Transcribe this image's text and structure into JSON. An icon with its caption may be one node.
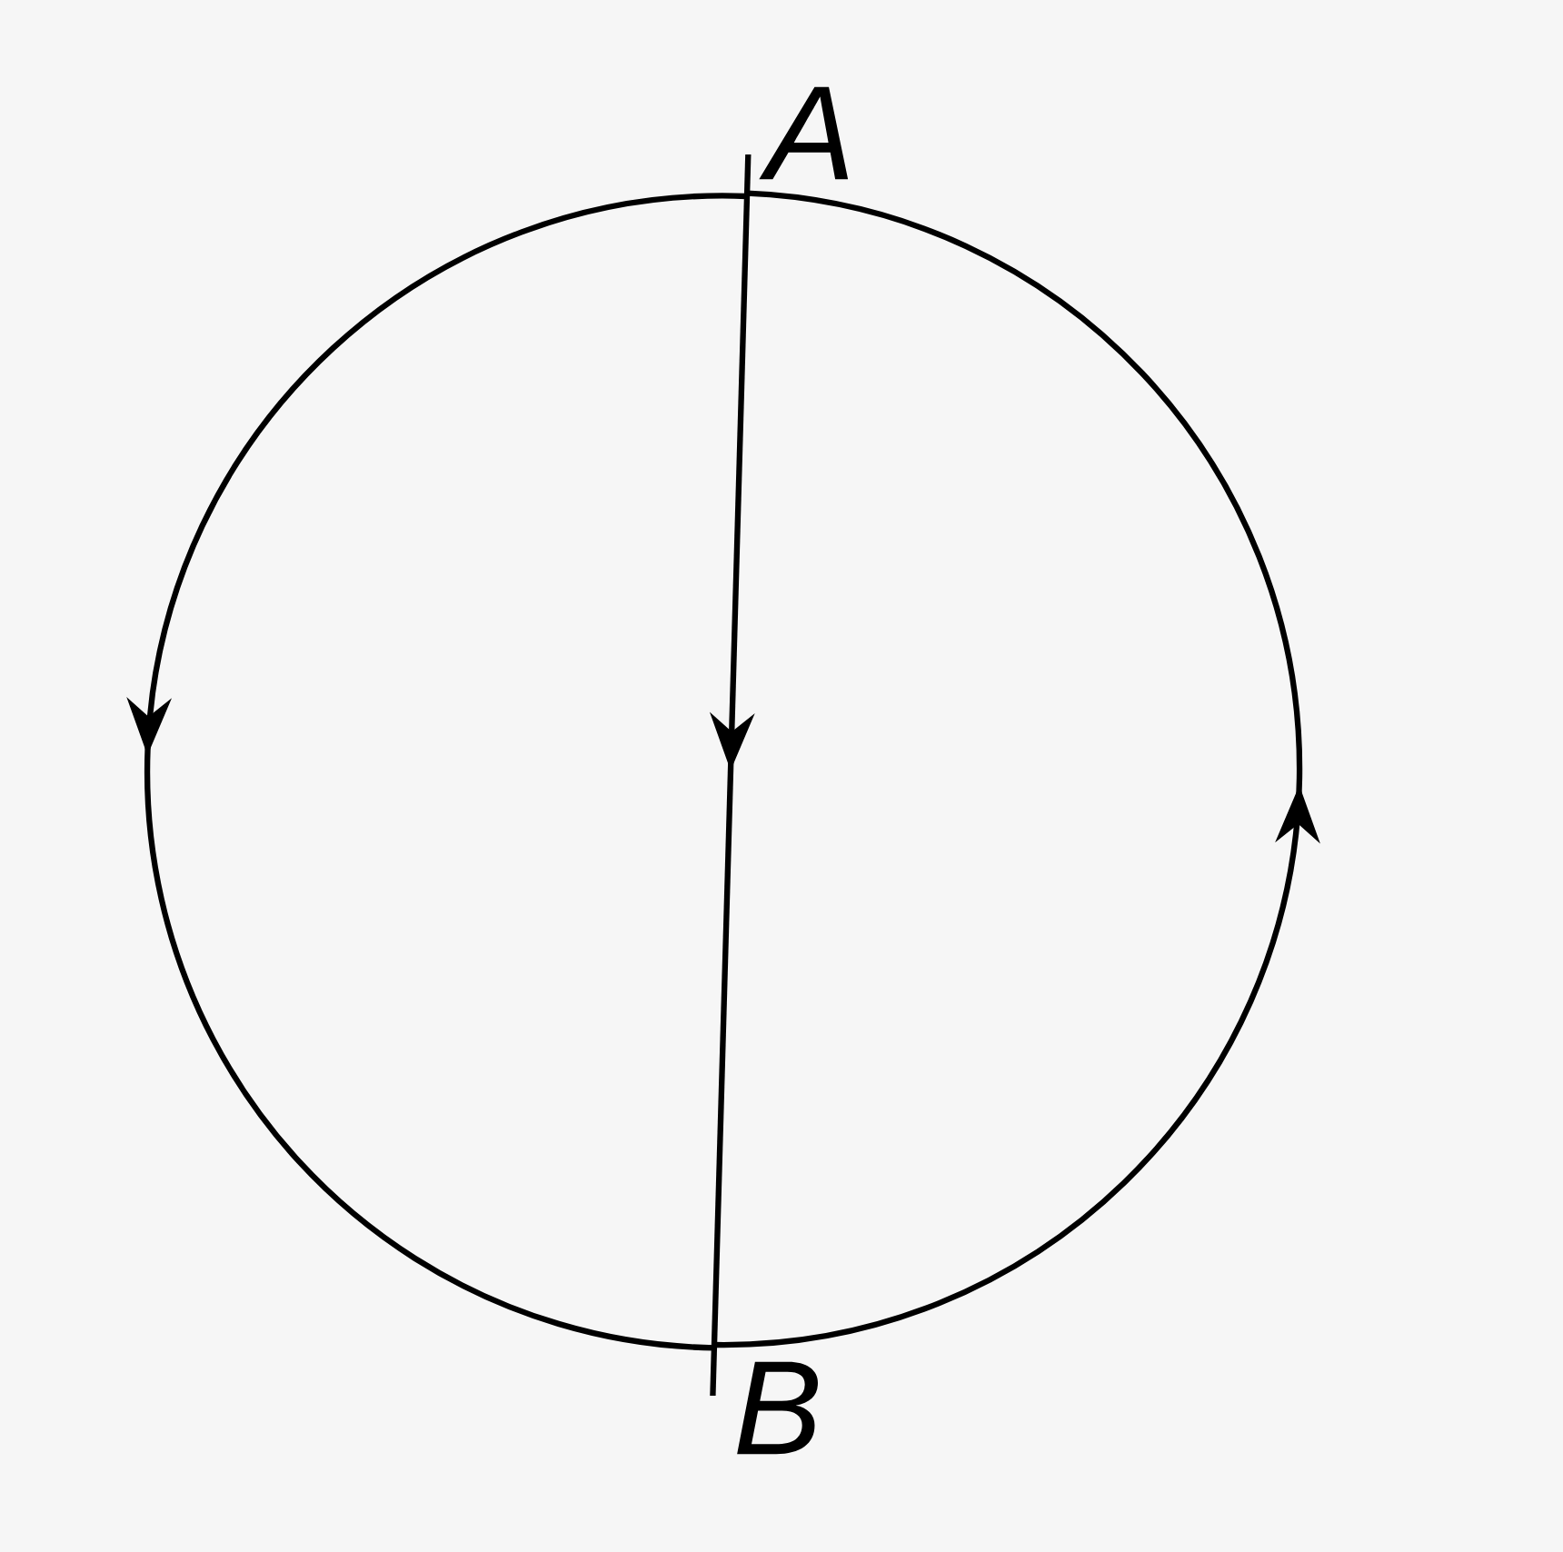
{
  "diagram": {
    "nodes": [
      {
        "text": [
          "A"
        ]
      },
      {
        "text": [
          "B"
        ]
      }
    ],
    "edges": [
      {
        "from": 0,
        "to": 1,
        "arrow": "to"
      },
      {
        "from": 0,
        "to": 1,
        "arrow": "to"
      },
      {
        "from": 1,
        "to": 0,
        "arrow": "to"
      }
    ]
  }
}
